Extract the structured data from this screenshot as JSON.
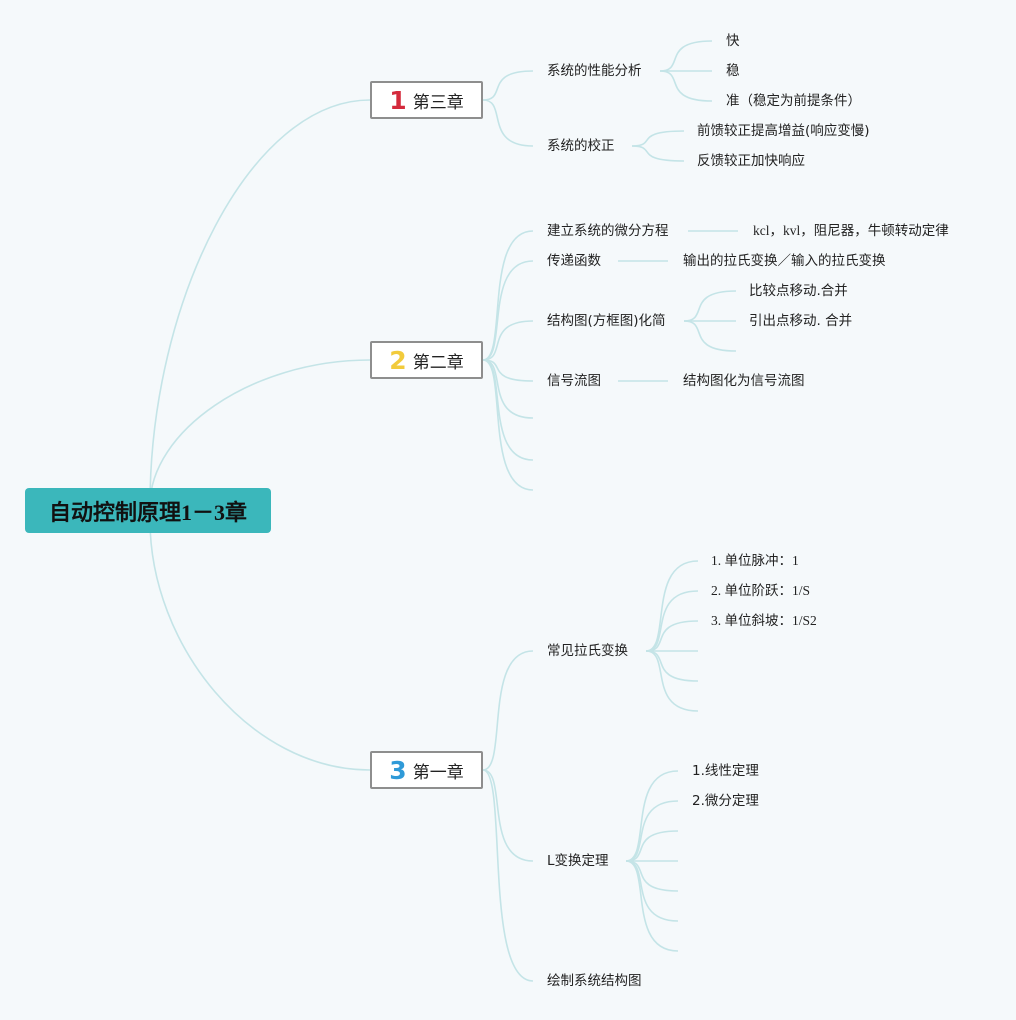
{
  "root": "自动控制原理1－3章",
  "colors": {
    "line": "#c4e4e7",
    "root_bg": "#3bb7bb",
    "num1": "#d42a3c",
    "num2": "#f2cb3c",
    "num3": "#2f9ad8"
  },
  "chapters": [
    {
      "num": "1",
      "label": "第三章",
      "topics": [
        {
          "label": "系统的性能分析",
          "children": [
            "快",
            "稳",
            "准（稳定为前提条件）"
          ]
        },
        {
          "label": "系统的校正",
          "children": [
            "前馈较正提高增益(响应变慢)",
            "反馈较正加快响应"
          ]
        }
      ]
    },
    {
      "num": "2",
      "label": "第二章",
      "topics": [
        {
          "label": "建立系统的微分方程",
          "children": [
            "kcl，kvl，阻尼器，牛顿转动定律"
          ]
        },
        {
          "label": "传递函数",
          "children": [
            "输出的拉氏变换／输入的拉氏变换"
          ]
        },
        {
          "label": "结构图(方框图)化简",
          "children": [
            "比较点移动.合并",
            "引出点移动. 合并",
            ""
          ]
        },
        {
          "label": "信号流图",
          "children": [
            "结构图化为信号流图"
          ]
        },
        {
          "label": "",
          "children": []
        },
        {
          "label": "",
          "children": []
        },
        {
          "label": "",
          "children": []
        }
      ]
    },
    {
      "num": "3",
      "label": "第一章",
      "topics": [
        {
          "label": "常见拉氏变换",
          "children": [
            "1. 单位脉冲：1",
            "2. 单位阶跃：1/S",
            "3. 单位斜坡：1/S2",
            "",
            "",
            ""
          ]
        },
        {
          "label": "L变换定理",
          "children": [
            "1.线性定理",
            "2.微分定理",
            "",
            "",
            "",
            "",
            ""
          ]
        },
        {
          "label": "绘制系统结构图",
          "children": []
        }
      ]
    }
  ]
}
